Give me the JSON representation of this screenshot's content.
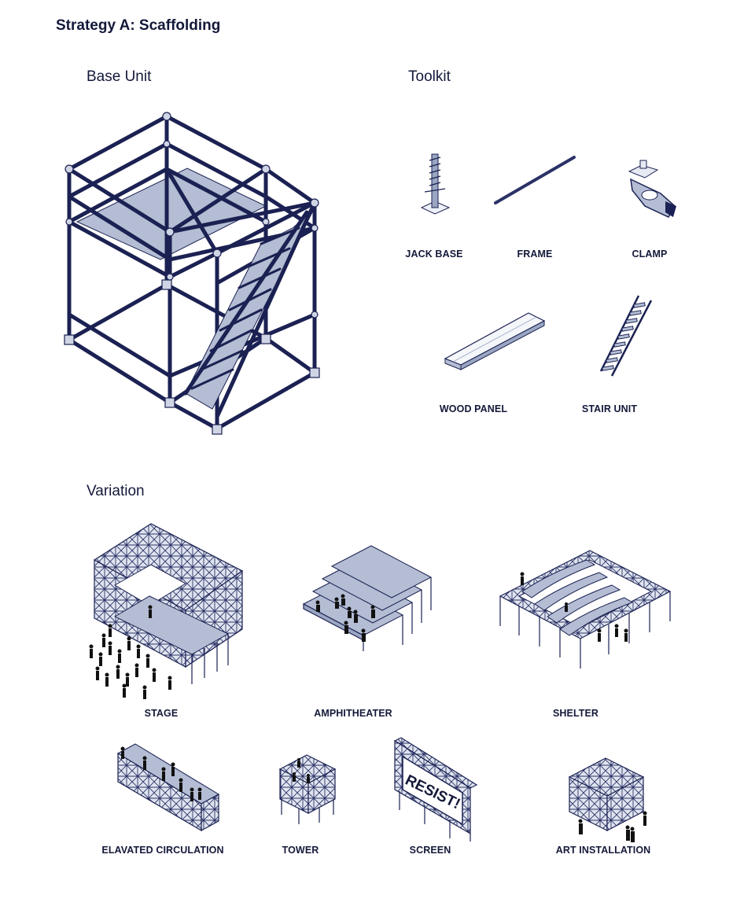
{
  "page": {
    "title": "Strategy A: Scaffolding"
  },
  "sections": {
    "base_unit": "Base Unit",
    "toolkit": "Toolkit",
    "variation": "Variation"
  },
  "toolkit_items": {
    "jack_base": "JACK BASE",
    "frame": "FRAME",
    "clamp": "CLAMP",
    "wood_panel": "WOOD PANEL",
    "stair_unit": "STAIR UNIT"
  },
  "variations": {
    "stage": "STAGE",
    "amphitheater": "AMPHITHEATER",
    "shelter": "SHELTER",
    "elevated_circulation": "ELAVATED CIRCULATION",
    "tower": "TOWER",
    "screen": "SCREEN",
    "screen_sign": "RESIST!",
    "art_installation": "ART INSTALLATION"
  },
  "colors": {
    "frame": "#1b2152",
    "deck": "#b4bdd3",
    "text": "#14193a"
  }
}
